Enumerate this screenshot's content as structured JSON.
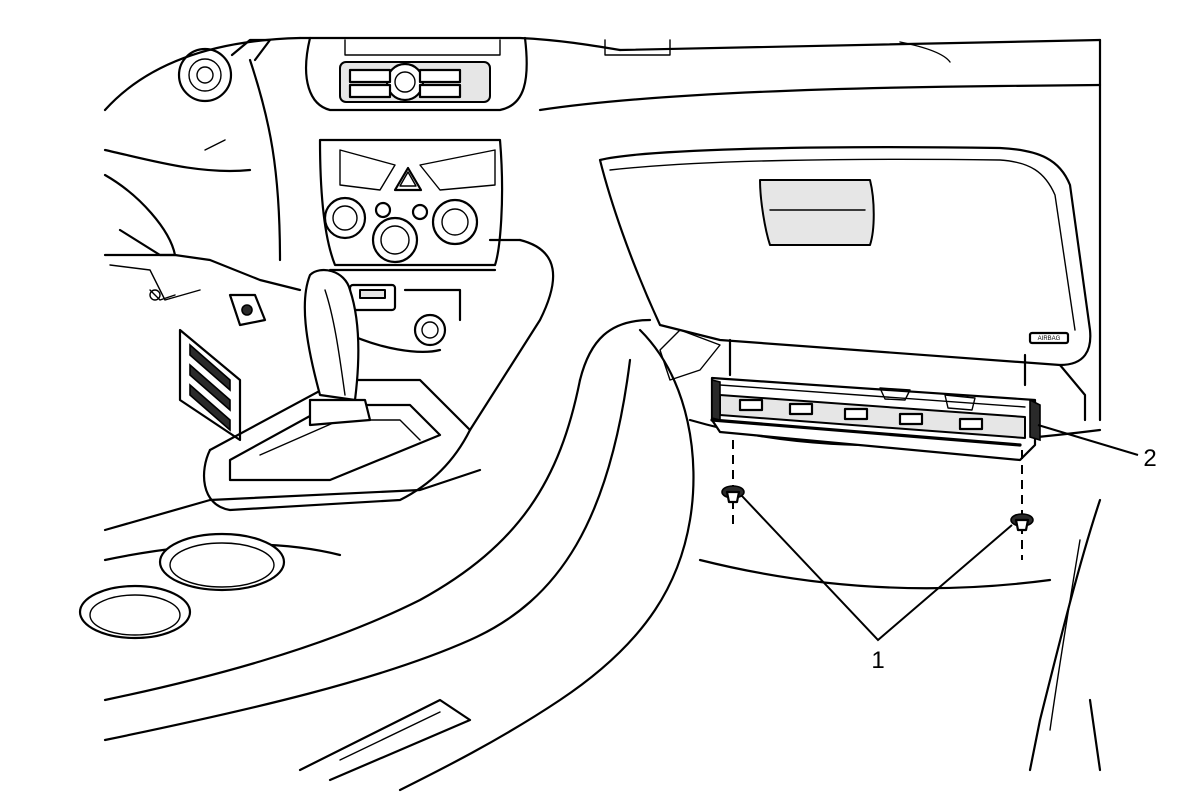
{
  "figure": {
    "callouts": [
      {
        "id": "1",
        "label": "1"
      },
      {
        "id": "2",
        "label": "2"
      }
    ],
    "emblem_text": "AIRBAG"
  }
}
